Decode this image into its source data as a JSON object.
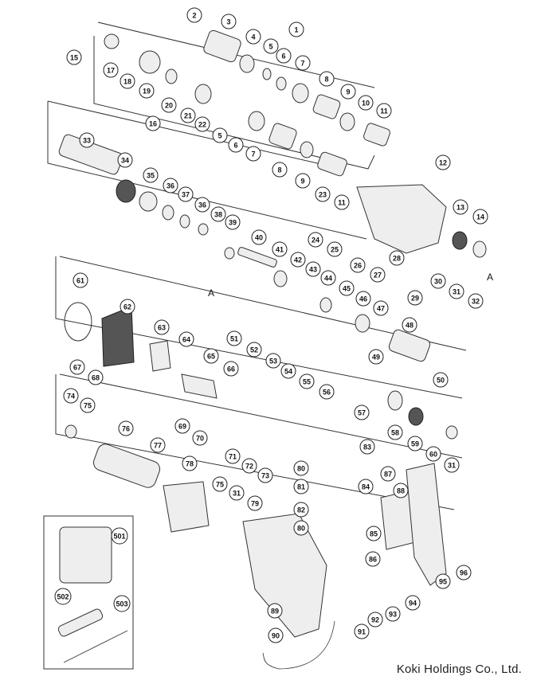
{
  "diagram": {
    "parts": [
      "1",
      "2",
      "3",
      "4",
      "5",
      "6",
      "7",
      "8",
      "9",
      "10",
      "11",
      "12",
      "13",
      "14",
      "15",
      "16",
      "17",
      "18",
      "19",
      "20",
      "21",
      "22",
      "23",
      "24",
      "25",
      "26",
      "27",
      "28",
      "29",
      "30",
      "31",
      "32",
      "33",
      "34",
      "35",
      "36",
      "37",
      "38",
      "39",
      "40",
      "41",
      "42",
      "43",
      "44",
      "45",
      "46",
      "47",
      "48",
      "49",
      "50",
      "51",
      "52",
      "53",
      "54",
      "55",
      "56",
      "57",
      "58",
      "59",
      "60",
      "61",
      "62",
      "63",
      "64",
      "65",
      "66",
      "67",
      "68",
      "69",
      "70",
      "71",
      "72",
      "73",
      "74",
      "75",
      "76",
      "77",
      "78",
      "79",
      "80",
      "81",
      "82",
      "83",
      "84",
      "85",
      "86",
      "87",
      "88",
      "89",
      "90",
      "91",
      "92",
      "93",
      "94",
      "95",
      "96",
      "501",
      "502",
      "503"
    ],
    "markers": {
      "marker_a_top": "A",
      "marker_a_left": "A"
    }
  },
  "brand": {
    "text": "Koki Holdings Co., Ltd."
  }
}
